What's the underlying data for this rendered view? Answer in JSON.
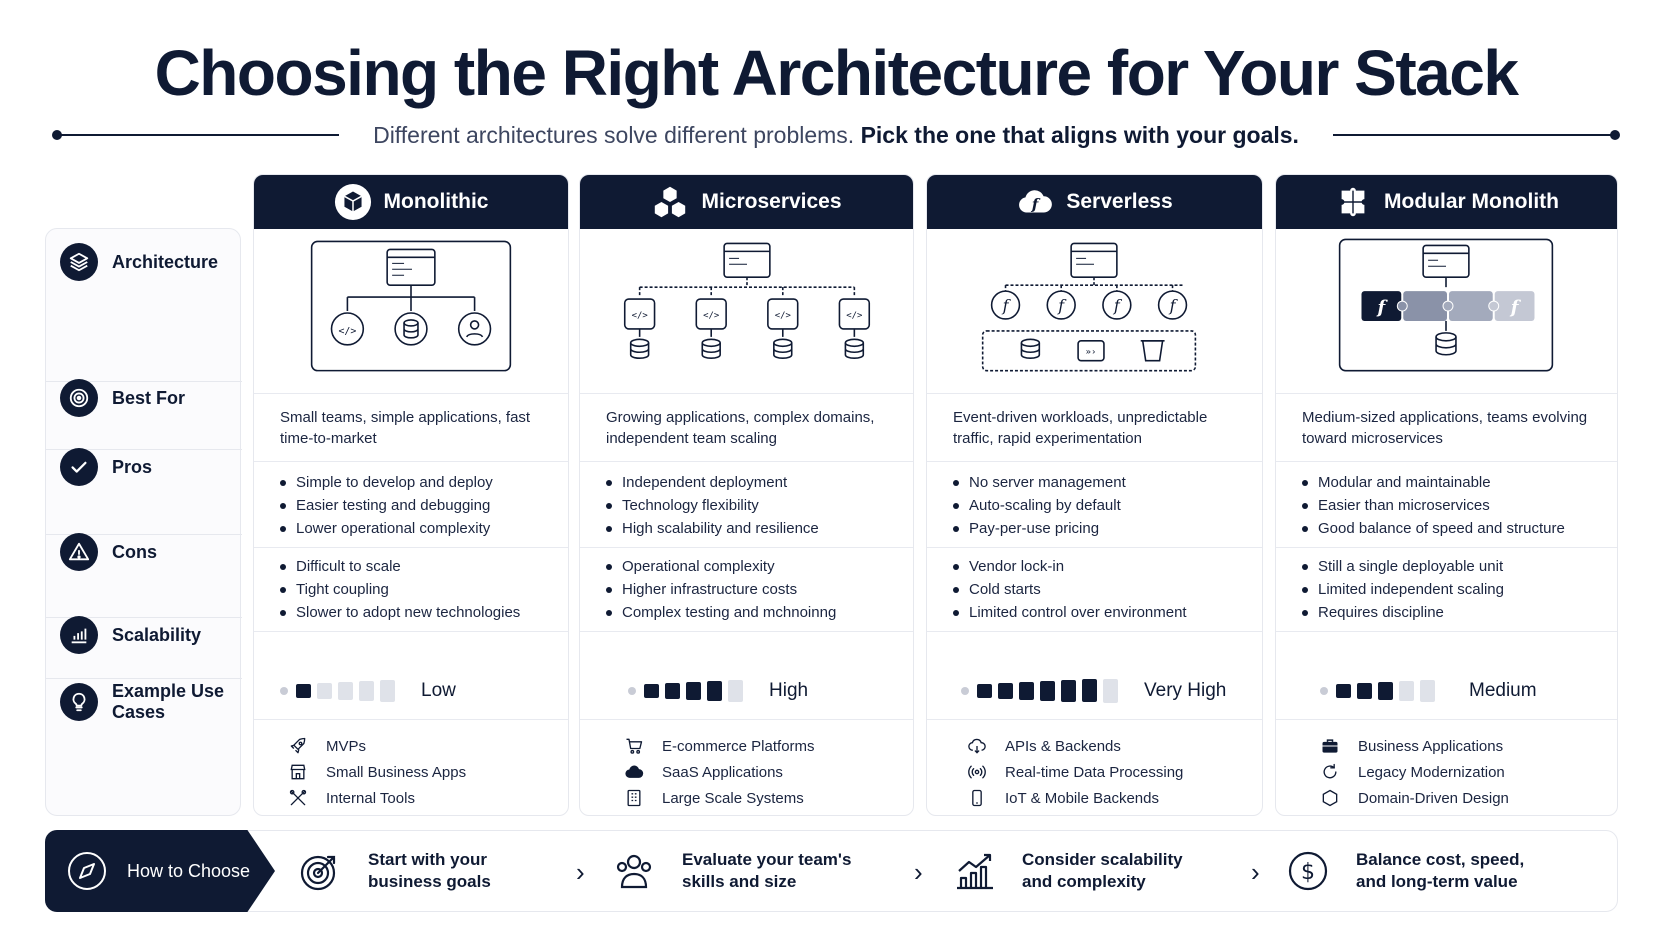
{
  "title": "Choosing the Right Architecture for Your Stack",
  "subtitle_plain": "Different architectures solve different problems.",
  "subtitle_bold": "Pick the one that aligns with your goals.",
  "row_labels": {
    "architecture": "Architecture",
    "best_for": "Best For",
    "pros": "Pros",
    "cons": "Cons",
    "scalability": "Scalability",
    "use_cases": "Example Use Cases"
  },
  "columns": [
    {
      "name": "Monolithic",
      "best_for": "Small teams, simple applications, fast time-to-market",
      "pros": [
        "Simple to develop and deploy",
        "Easier testing and debugging",
        "Lower operational complexity"
      ],
      "cons": [
        "Difficult to scale",
        "Tight coupling",
        "Slower to adopt new technologies"
      ],
      "scalability": "Low",
      "scalability_level": 1,
      "scalability_bars": 5,
      "use_cases": [
        "MVPs",
        "Small Business Apps",
        "Internal Tools"
      ]
    },
    {
      "name": "Microservices",
      "best_for": "Growing applications, complex domains, independent team scaling",
      "pros": [
        "Independent deployment",
        "Technology flexibility",
        "High scalability and resilience"
      ],
      "cons": [
        "Operational complexity",
        "Higher infrastructure costs",
        "Complex testing and mchnoinng"
      ],
      "scalability": "High",
      "scalability_level": 4,
      "scalability_bars": 5,
      "use_cases": [
        "E-commerce Platforms",
        "SaaS Applications",
        "Large Scale Systems"
      ]
    },
    {
      "name": "Serverless",
      "best_for": "Event-driven workloads, unpredictable traffic, rapid experimentation",
      "pros": [
        "No server management",
        "Auto-scaling by default",
        "Pay-per-use pricing"
      ],
      "cons": [
        "Vendor lock-in",
        "Cold starts",
        "Limited control over environment"
      ],
      "scalability": "Very High",
      "scalability_level": 6,
      "scalability_bars": 7,
      "use_cases": [
        "APIs & Backends",
        "Real-time Data Processing",
        "IoT & Mobile Backends"
      ]
    },
    {
      "name": "Modular Monolith",
      "best_for": "Medium-sized applications, teams evolving toward microservices",
      "pros": [
        "Modular and maintainable",
        "Easier than microservices",
        "Good balance of speed and structure"
      ],
      "cons": [
        "Still a single deployable unit",
        "Limited independent scaling",
        "Requires discipline"
      ],
      "scalability": "Medium",
      "scalability_level": 3,
      "scalability_bars": 5,
      "use_cases": [
        "Business Applications",
        "Legacy Modernization",
        "Domain-Driven Design"
      ]
    }
  ],
  "how_to": {
    "label": "How to Choose",
    "steps": [
      {
        "line1": "Start with your",
        "line2": "business goals"
      },
      {
        "line1": "Evaluate your team's",
        "line2": "skills and size"
      },
      {
        "line1": "Consider scalability",
        "line2": "and complexity"
      },
      {
        "line1": "Balance cost, speed,",
        "line2": "and long-term value"
      }
    ]
  },
  "colors": {
    "navy": "#0f1a33",
    "bar_off": "#dfe2e9"
  }
}
